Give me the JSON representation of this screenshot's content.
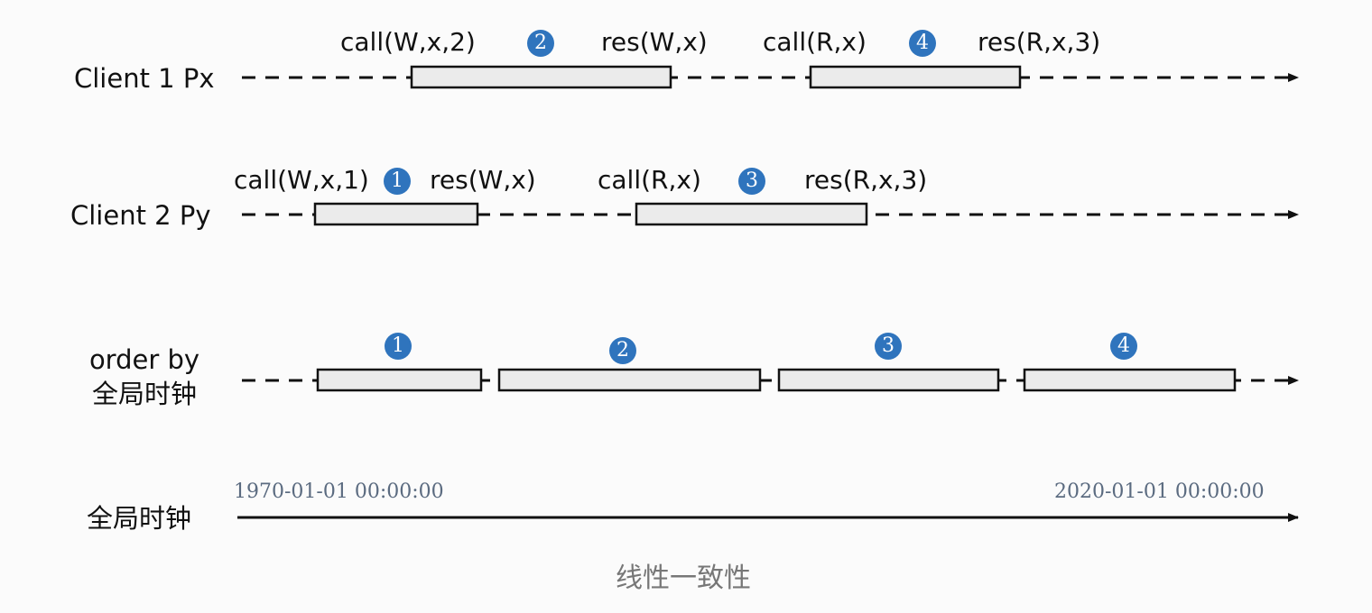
{
  "rows": {
    "client1": {
      "label": "Client 1 Px"
    },
    "client2": {
      "label": "Client 2 Py"
    },
    "order": {
      "label_line1": "order by",
      "label_line2": "全局时钟"
    },
    "clock": {
      "label": "全局时钟"
    }
  },
  "client1_ops": [
    {
      "call": "call(W,x,2)",
      "badge": "2",
      "res": "res(W,x)"
    },
    {
      "call": "call(R,x)",
      "badge": "4",
      "res": "res(R,x,3)"
    }
  ],
  "client2_ops": [
    {
      "call": "call(W,x,1)",
      "badge": "1",
      "res": "res(W,x)"
    },
    {
      "call": "call(R,x)",
      "badge": "3",
      "res": "res(R,x,3)"
    }
  ],
  "order_badges": [
    "1",
    "2",
    "3",
    "4"
  ],
  "clock_axis": {
    "start": "1970-01-01 00:00:00",
    "end": "2020-01-01 00:00:00"
  },
  "caption": "线性一致性",
  "colors": {
    "badge": "#2f74bd",
    "box_fill": "#ebebeb",
    "timestamp_text": "#5b6b80",
    "caption_text": "#777777"
  }
}
